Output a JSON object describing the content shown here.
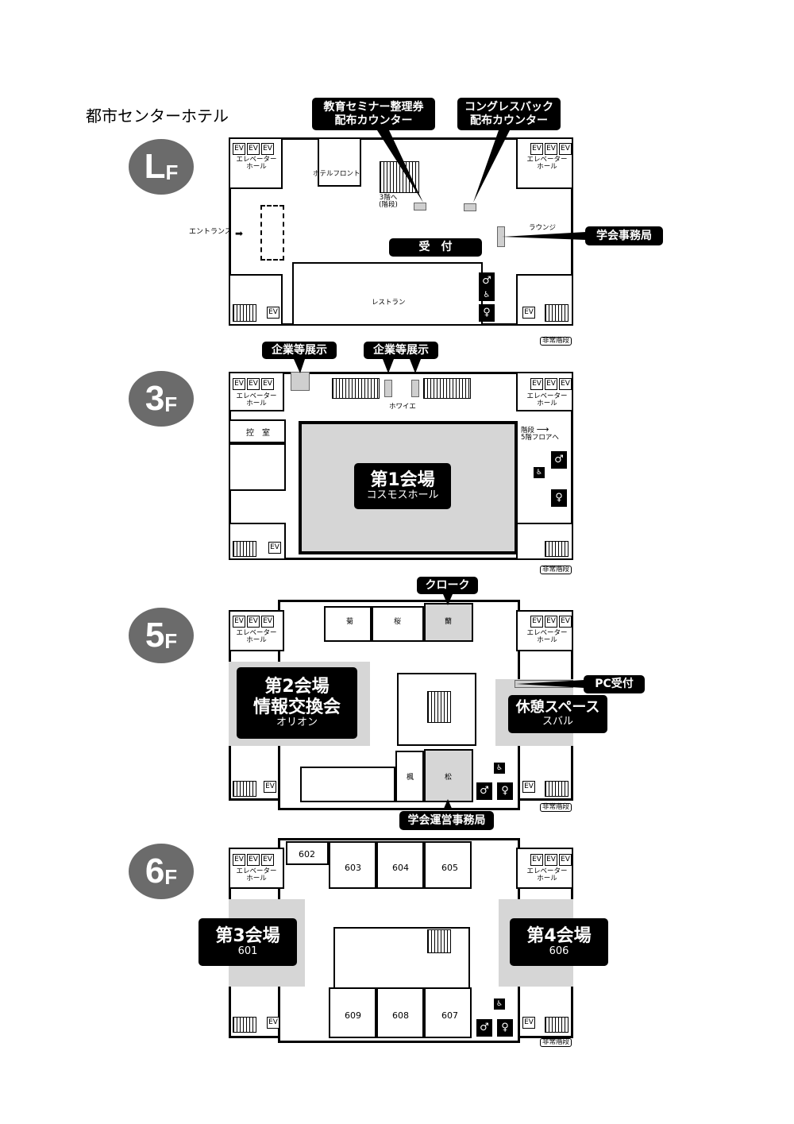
{
  "title": "都市センターホテル",
  "floors": {
    "lf": {
      "badge_main": "L",
      "badge_sub": "F",
      "ev": "EV",
      "elevator_hall": "エレベーターホール",
      "hotel_front": "ホテルフロント",
      "stairs_to_3f": "3階へ(階段)",
      "lounge": "ラウンジ",
      "entrance": "エントランス",
      "restaurant": "レストラン",
      "emergency_stairs": "非常階段",
      "callouts": {
        "seminar": "教育セミナー整理券",
        "seminar2": "配布カウンター",
        "congress": "コングレスバック",
        "congress2": "配布カウンター",
        "reception": "受　付",
        "office": "学会事務局"
      }
    },
    "f3": {
      "badge_main": "3",
      "badge_sub": "F",
      "ev": "EV",
      "elevator_hall": "エレベーターホール",
      "foyer": "ホワイエ",
      "waiting_room": "控　室",
      "stairs_note": "階段",
      "stairs_note2": "5階フロアへ",
      "emergency_stairs": "非常階段",
      "callouts": {
        "exhibit1": "企業等展示",
        "exhibit2": "企業等展示",
        "hall": "第1会場",
        "hall_sub": "コスモスホール"
      }
    },
    "f5": {
      "badge_main": "5",
      "badge_sub": "F",
      "ev": "EV",
      "elevator_hall": "エレベーターホール",
      "rooms": [
        "菊",
        "桜",
        "蘭",
        "楓",
        "松"
      ],
      "emergency_stairs": "非常階段",
      "callouts": {
        "cloak": "クローク",
        "pc": "PC受付",
        "hall": "第2会場",
        "hall2": "情報交換会",
        "hall_sub": "オリオン",
        "rest": "休憩スペース",
        "rest_sub": "スバル",
        "ops": "学会運営事務局"
      }
    },
    "f6": {
      "badge_main": "6",
      "badge_sub": "F",
      "ev": "EV",
      "elevator_hall": "エレベーターホール",
      "rooms": [
        "602",
        "603",
        "604",
        "605",
        "609",
        "608",
        "607"
      ],
      "emergency_stairs": "非常階段",
      "callouts": {
        "hall3": "第3会場",
        "hall3_sub": "601",
        "hall4": "第4会場",
        "hall4_sub": "606"
      }
    }
  }
}
